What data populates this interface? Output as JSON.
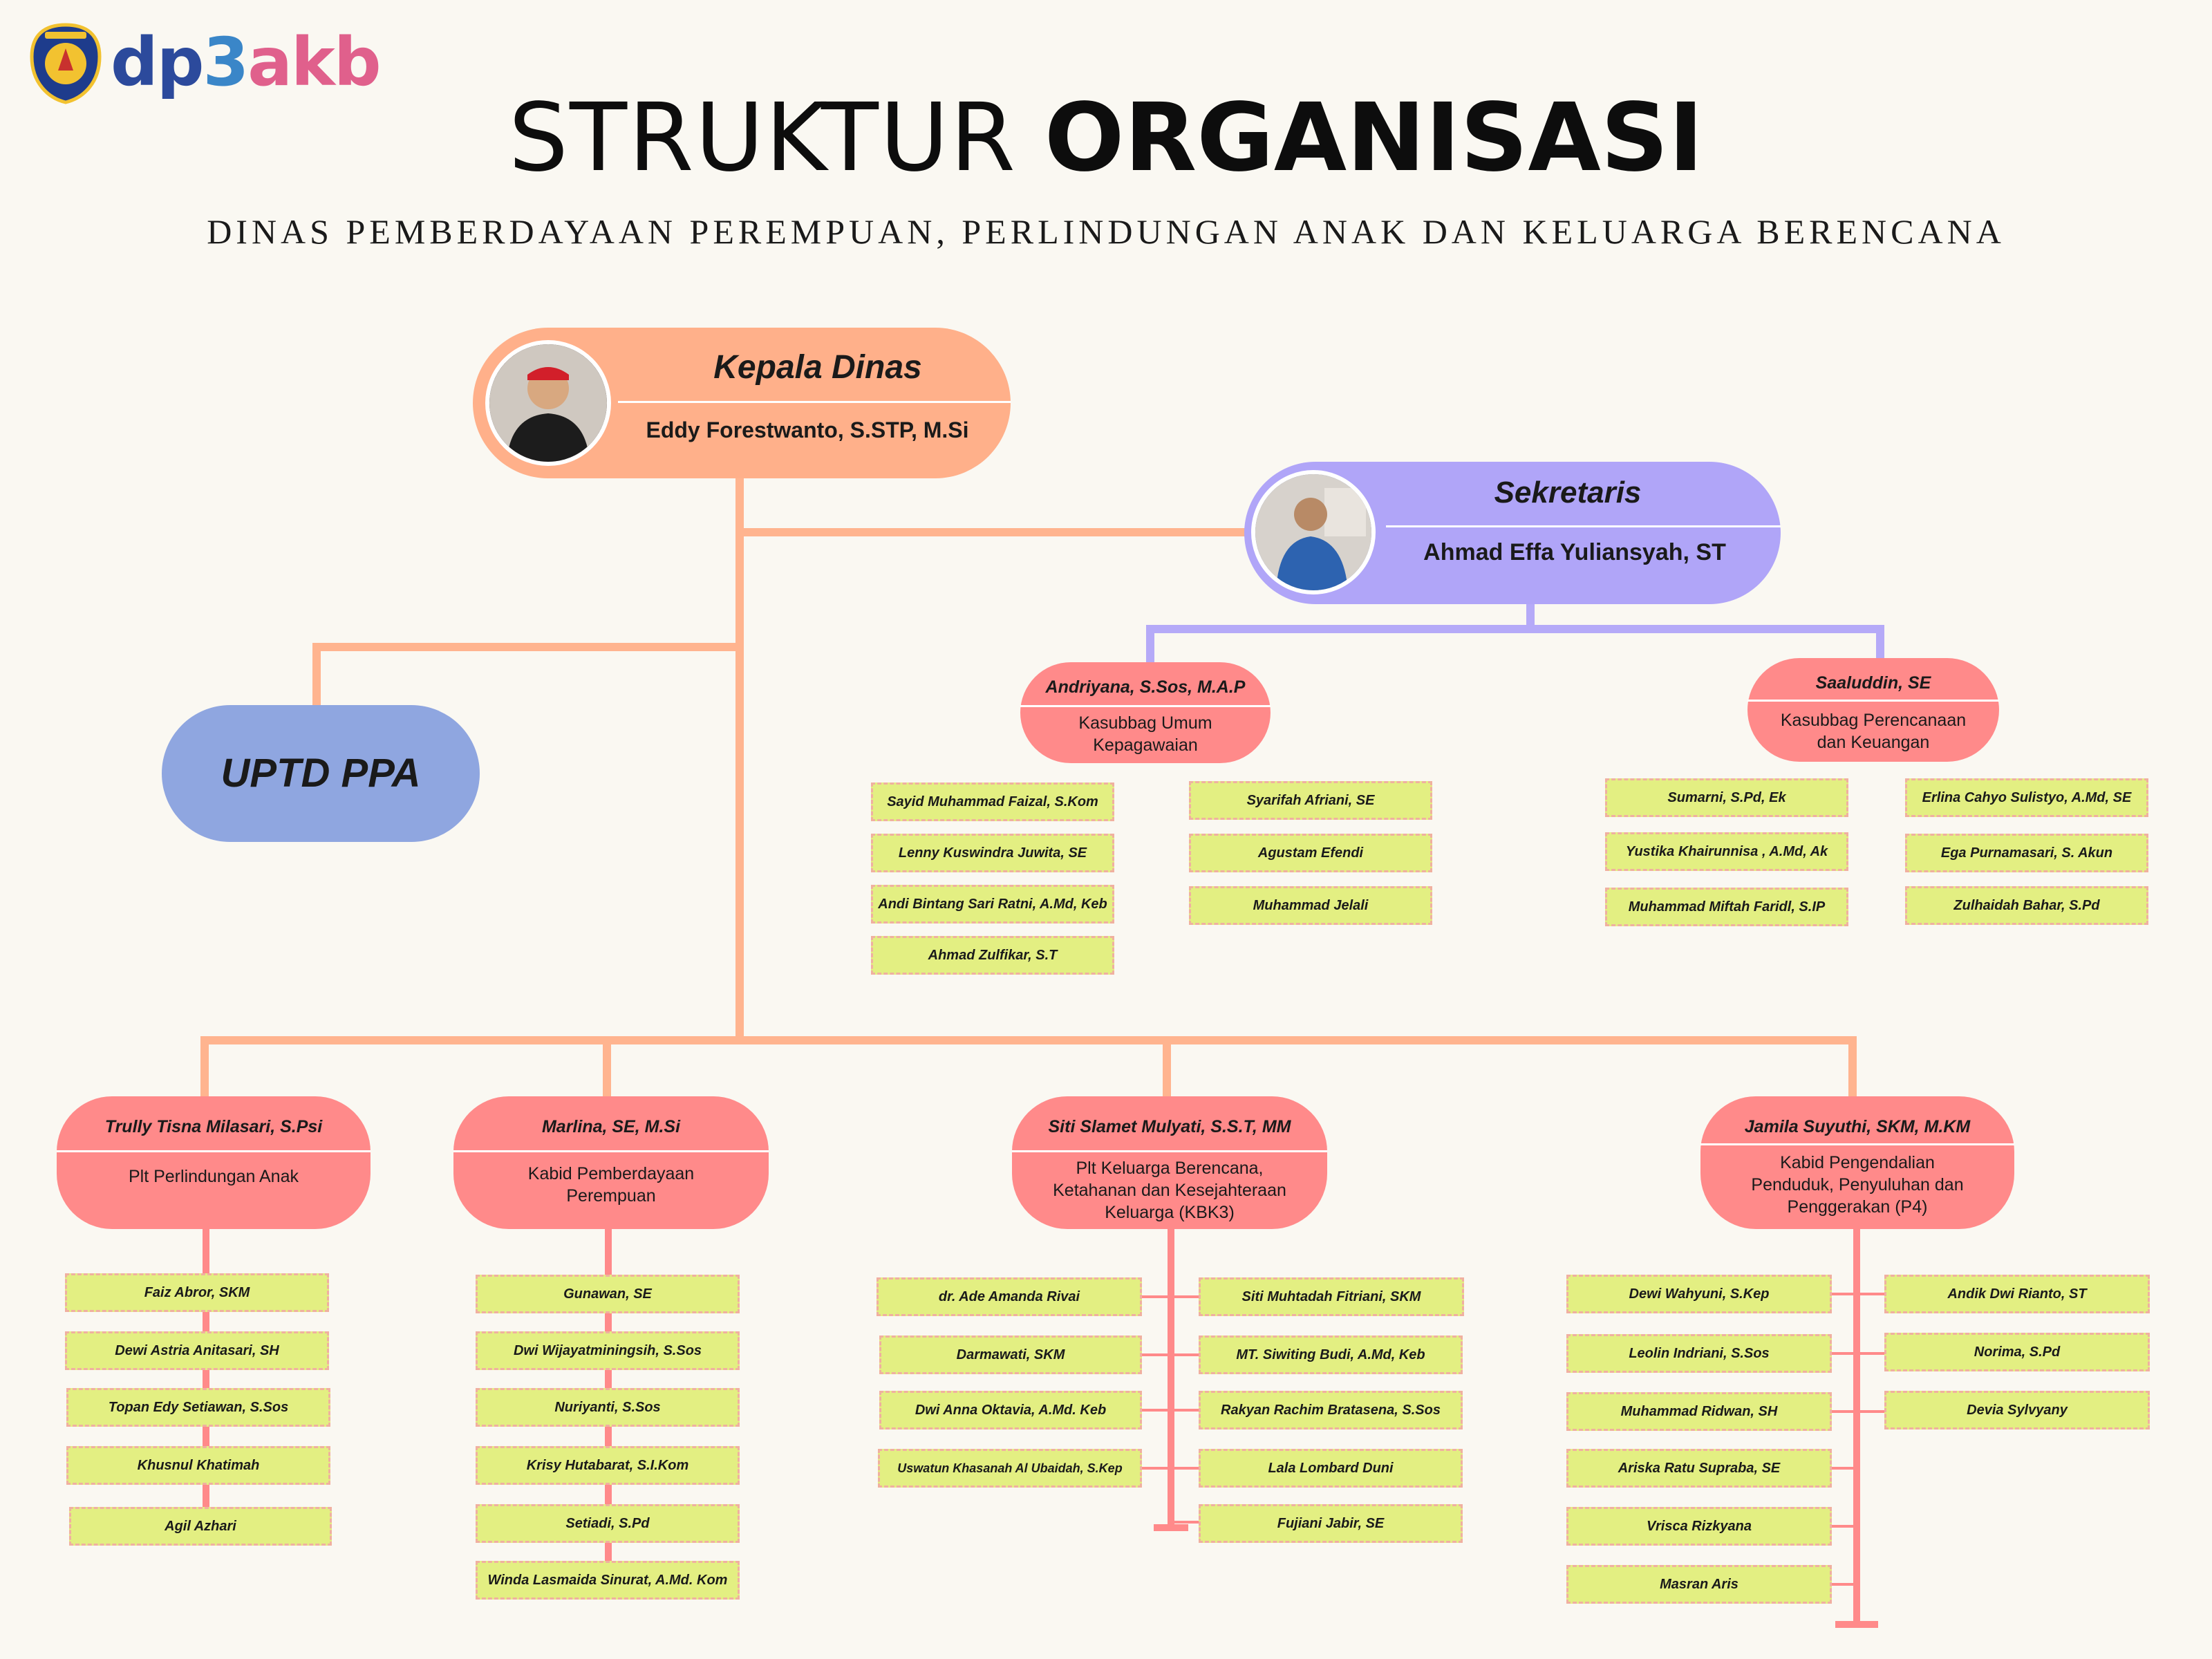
{
  "header": {
    "logo_text_1": "dp",
    "logo_text_2": "3",
    "logo_text_3": "akb",
    "title_light": "STRUKTUR",
    "title_bold": "ORGANISASI",
    "subtitle": "DINAS PEMBERDAYAAN PEREMPUAN, PERLINDUNGAN ANAK DAN KELUARGA BERENCANA"
  },
  "colors": {
    "head": "#ffb08a",
    "secretary": "#b0a5f8",
    "uptd": "#8fa6e0",
    "unit": "#ff8a8a",
    "staff": "#e3ef82",
    "line_main": "#ffb48f",
    "line_secretary": "#b5aaf8",
    "line_unit": "#ff8a8a"
  },
  "head": {
    "role": "Kepala Dinas",
    "name": "Eddy Forestwanto, S.STP, M.Si"
  },
  "secretary": {
    "role": "Sekretaris",
    "name": "Ahmad Effa Yuliansyah, ST"
  },
  "uptd": {
    "label": "UPTD PPA"
  },
  "sec_units": [
    {
      "name": "Andriyana, S.Sos, M.A.P",
      "position": "Kasubbag Umum Kepagawaian",
      "staff_left": [
        "Sayid Muhammad Faizal, S.Kom",
        "Lenny Kuswindra Juwita, SE",
        "Andi Bintang Sari Ratni, A.Md, Keb",
        "Ahmad Zulfikar, S.T"
      ],
      "staff_right": [
        "Syarifah Afriani, SE",
        "Agustam Efendi",
        "Muhammad Jelali"
      ]
    },
    {
      "name": "Saaluddin, SE",
      "position": "Kasubbag Perencanaan dan Keuangan",
      "staff_left": [
        "Sumarni, S.Pd, Ek",
        "Yustika Khairunnisa , A.Md, Ak",
        "Muhammad Miftah Faridl, S.IP"
      ],
      "staff_right": [
        "Erlina Cahyo Sulistyo, A.Md, SE",
        "Ega Purnamasari, S. Akun",
        "Zulhaidah Bahar, S.Pd"
      ]
    }
  ],
  "divisions": [
    {
      "name": "Trully Tisna Milasari, S.Psi",
      "position": "Plt Perlindungan Anak",
      "staff": [
        "Faiz Abror, SKM",
        "Dewi Astria Anitasari, SH",
        "Topan Edy Setiawan, S.Sos",
        "Khusnul Khatimah",
        "Agil Azhari"
      ]
    },
    {
      "name": "Marlina, SE, M.Si",
      "position": "Kabid Pemberdayaan Perempuan",
      "staff": [
        "Gunawan, SE",
        "Dwi Wijayatminingsih, S.Sos",
        "Nuriyanti, S.Sos",
        "Krisy Hutabarat, S.I.Kom",
        "Setiadi, S.Pd",
        "Winda Lasmaida Sinurat, A.Md. Kom"
      ]
    },
    {
      "name": "Siti Slamet Mulyati, S.S.T, MM",
      "position": "Plt Keluarga Berencana, Ketahanan dan Kesejahteraan Keluarga (KBK3)",
      "staff_left": [
        "dr. Ade Amanda Rivai",
        "Darmawati, SKM",
        "Dwi Anna Oktavia, A.Md. Keb",
        "Uswatun Khasanah Al Ubaidah, S.Kep"
      ],
      "staff_right": [
        "Siti Muhtadah Fitriani, SKM",
        "MT. Siwiting Budi, A.Md, Keb",
        "Rakyan Rachim Bratasena, S.Sos",
        "Lala Lombard Duni",
        "Fujiani Jabir, SE"
      ]
    },
    {
      "name": "Jamila Suyuthi, SKM, M.KM",
      "position": "Kabid Pengendalian Penduduk, Penyuluhan dan Penggerakan (P4)",
      "staff_left": [
        "Dewi Wahyuni, S.Kep",
        "Leolin Indriani, S.Sos",
        "Muhammad Ridwan, SH",
        "Ariska Ratu Supraba, SE",
        "Vrisca Rizkyana",
        "Masran Aris"
      ],
      "staff_right": [
        "Andik Dwi Rianto, ST",
        "Norima, S.Pd",
        "Devia Sylvyany"
      ]
    }
  ]
}
